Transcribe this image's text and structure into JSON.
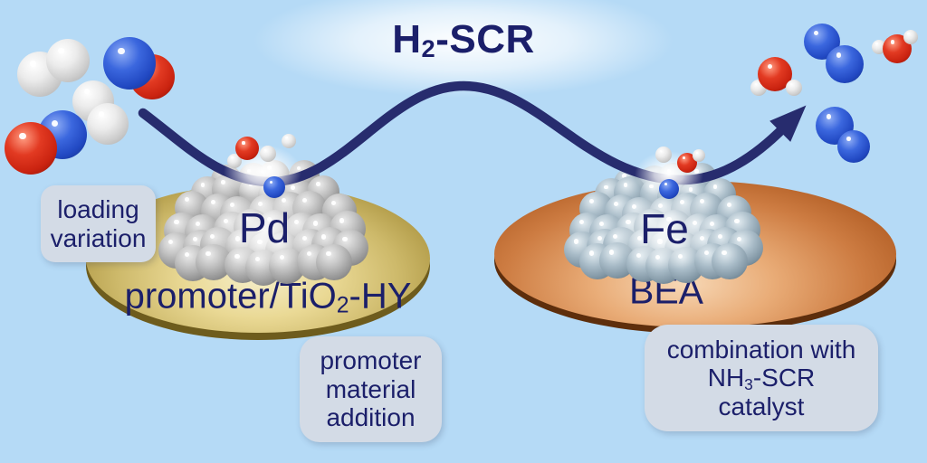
{
  "scene_title": {
    "prefix": "H",
    "sub": "2",
    "suffix": "-SCR"
  },
  "catalysts": {
    "left": {
      "metal": "Pd",
      "support_prefix": "promoter/TiO",
      "support_sub": "2",
      "support_suffix": "-HY"
    },
    "right": {
      "metal": "Fe",
      "support": "BEA"
    }
  },
  "annotations": {
    "loading": {
      "line1": "loading",
      "line2": "variation"
    },
    "promoter": {
      "line1": "promoter",
      "line2": "material",
      "line3": "addition"
    },
    "combination": {
      "line1": "combination with",
      "line2_prefix": "NH",
      "line2_sub": "3",
      "line2_suffix": "-SCR",
      "line3": "catalyst"
    }
  },
  "colors": {
    "background": "#b5daf6",
    "text_navy": "#1b1f6a",
    "arrow_navy": "#272c6e",
    "note_box": "#d3dbe6",
    "left_disc": "#cdb96a",
    "right_disc": "#cd7c42",
    "pd_sphere": "#959595",
    "fe_sphere": "#8297a5",
    "atom_H": "#e6e6e6",
    "atom_N": "#2148c2",
    "atom_O": "#ca2310"
  },
  "molecules": [
    {
      "name": "h2-reactant-1",
      "atoms": [
        [
          "H",
          44,
          82,
          25
        ],
        [
          "H",
          75,
          67,
          24
        ]
      ]
    },
    {
      "name": "no-reactant-1",
      "atoms": [
        [
          "O",
          168,
          85,
          25
        ],
        [
          "N",
          143,
          70,
          29
        ]
      ]
    },
    {
      "name": "h2-reactant-2",
      "atoms": [
        [
          "H",
          103,
          112,
          23
        ],
        [
          "H",
          119,
          137,
          23
        ]
      ]
    },
    {
      "name": "no-reactant-2",
      "atoms": [
        [
          "N",
          69,
          149,
          27
        ],
        [
          "O",
          34,
          164,
          29
        ]
      ]
    },
    {
      "name": "adsorbed-species-pd",
      "atoms": [
        [
          "H",
          259,
          178,
          8
        ],
        [
          "O",
          273,
          164,
          13
        ],
        [
          "H",
          296,
          170,
          9
        ],
        [
          "H",
          319,
          156,
          8
        ],
        [
          "N",
          303,
          207,
          12
        ]
      ]
    },
    {
      "name": "adsorbed-species-fe",
      "atoms": [
        [
          "H",
          733,
          171,
          9
        ],
        [
          "O",
          759,
          180,
          11
        ],
        [
          "H",
          772,
          172,
          7
        ],
        [
          "N",
          739,
          209,
          11
        ]
      ]
    },
    {
      "name": "h2o-product-1",
      "atoms": [
        [
          "H",
          838,
          97,
          9
        ],
        [
          "O",
          856,
          82,
          19
        ],
        [
          "H",
          877,
          97,
          9
        ]
      ]
    },
    {
      "name": "n2-product-1",
      "atoms": [
        [
          "N",
          908,
          46,
          20
        ],
        [
          "N",
          933,
          71,
          21
        ]
      ]
    },
    {
      "name": "h2o-product-2",
      "atoms": [
        [
          "H",
          971,
          52,
          8
        ],
        [
          "O",
          991,
          54,
          16
        ],
        [
          "H",
          1006,
          41,
          8
        ]
      ]
    },
    {
      "name": "n2-product-2",
      "atoms": [
        [
          "N",
          922,
          139,
          21
        ],
        [
          "N",
          943,
          162,
          18
        ]
      ]
    }
  ]
}
